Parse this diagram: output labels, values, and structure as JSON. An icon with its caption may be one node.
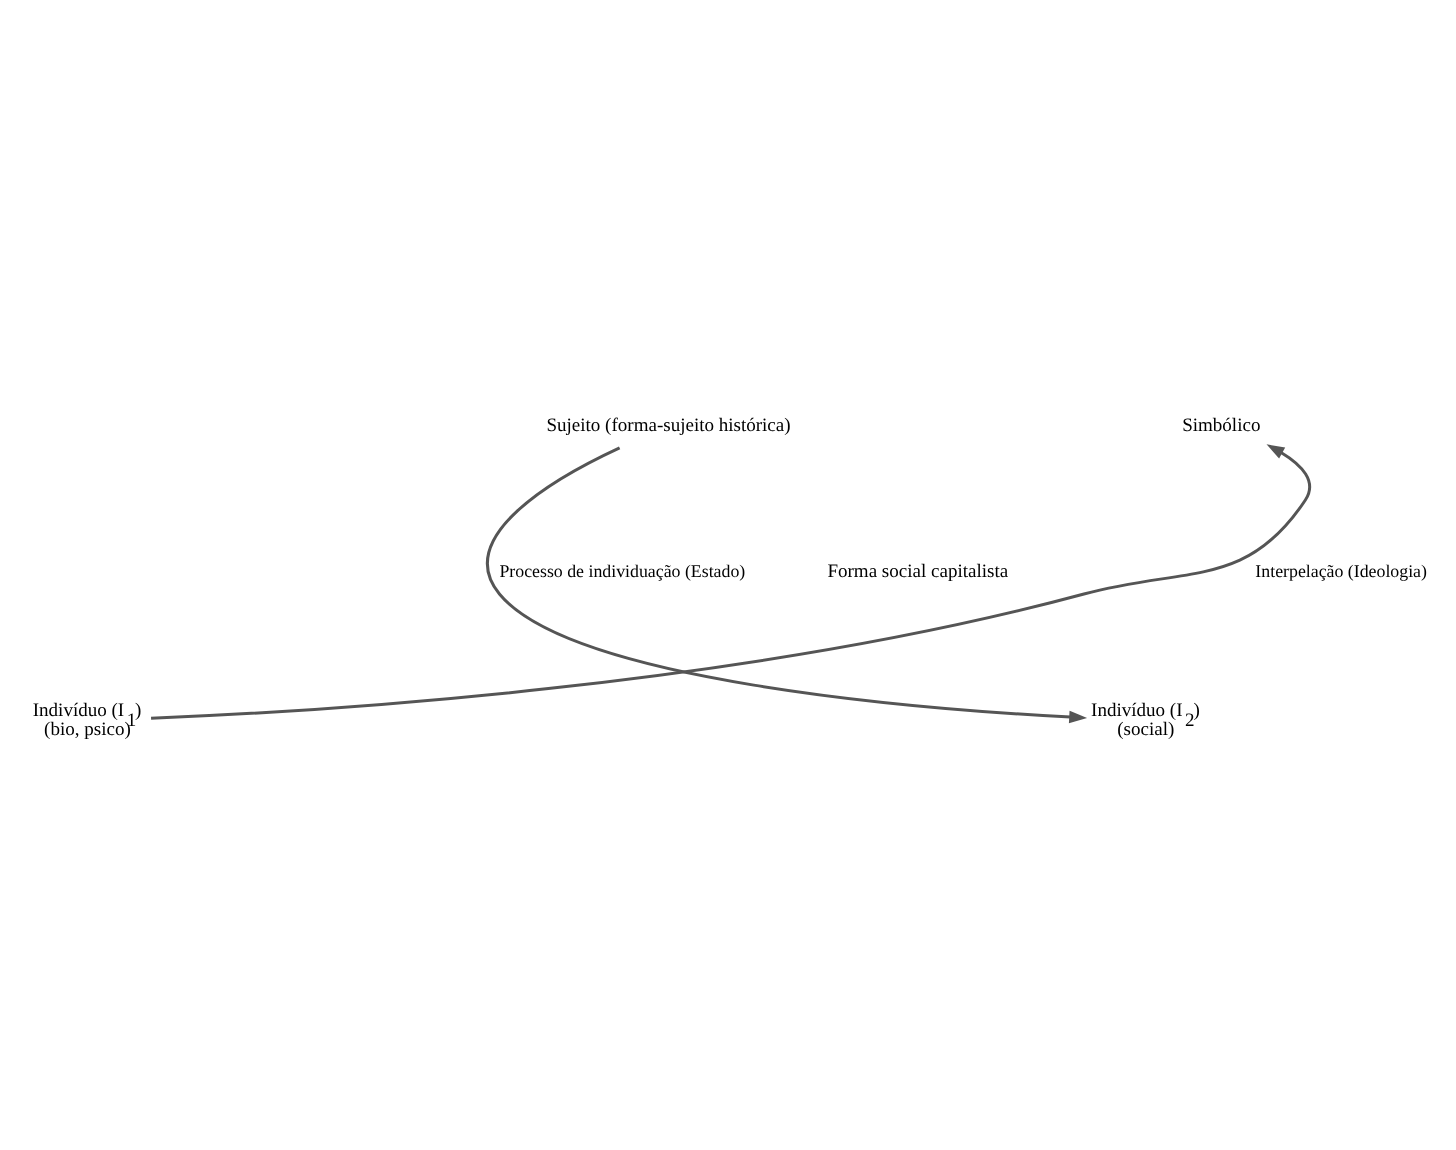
{
  "diagram": {
    "nodes": [
      {
        "text": [
          "Sujeito (forma-sujeito histórica)"
        ]
      },
      {
        "text": [
          "Simbólico"
        ]
      },
      {
        "text": [
          "Indivíduo (I$_{1}$)"
        ],
        "beside": [
          "(bio, psico)"
        ]
      },
      {
        "text": [
          "Indivíduo (I$_{2}$)"
        ],
        "beside": [
          "(social)"
        ]
      }
    ],
    "edges": [
      {
        "from": 2,
        "to": 1,
        "arrow": "to",
        "label": "Interpelação (Ideologia)"
      },
      {
        "from": 0,
        "to": 3,
        "arrow": "to",
        "label": "Processo de individuação (Estado)"
      }
    ],
    "labels": [
      "Forma social capitalista"
    ]
  }
}
